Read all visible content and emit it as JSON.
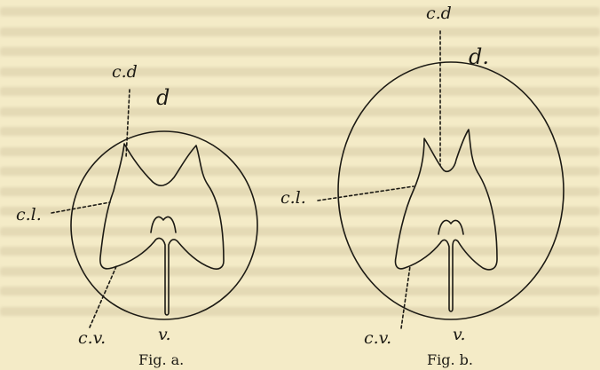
{
  "figure_a": {
    "label_cd": "c.d",
    "label_d": "d",
    "label_cl": "c.l.",
    "label_cv": "c.v.",
    "label_v": "v.",
    "caption": "Fig. a."
  },
  "figure_b": {
    "label_cd": "c.d",
    "label_d": "d.",
    "label_cl": "c.l.",
    "label_cv": "c.v.",
    "label_v": "v.",
    "caption": "Fig. b."
  },
  "colors": {
    "paper": "#f4ebc7",
    "ink": "#1c1a14"
  }
}
